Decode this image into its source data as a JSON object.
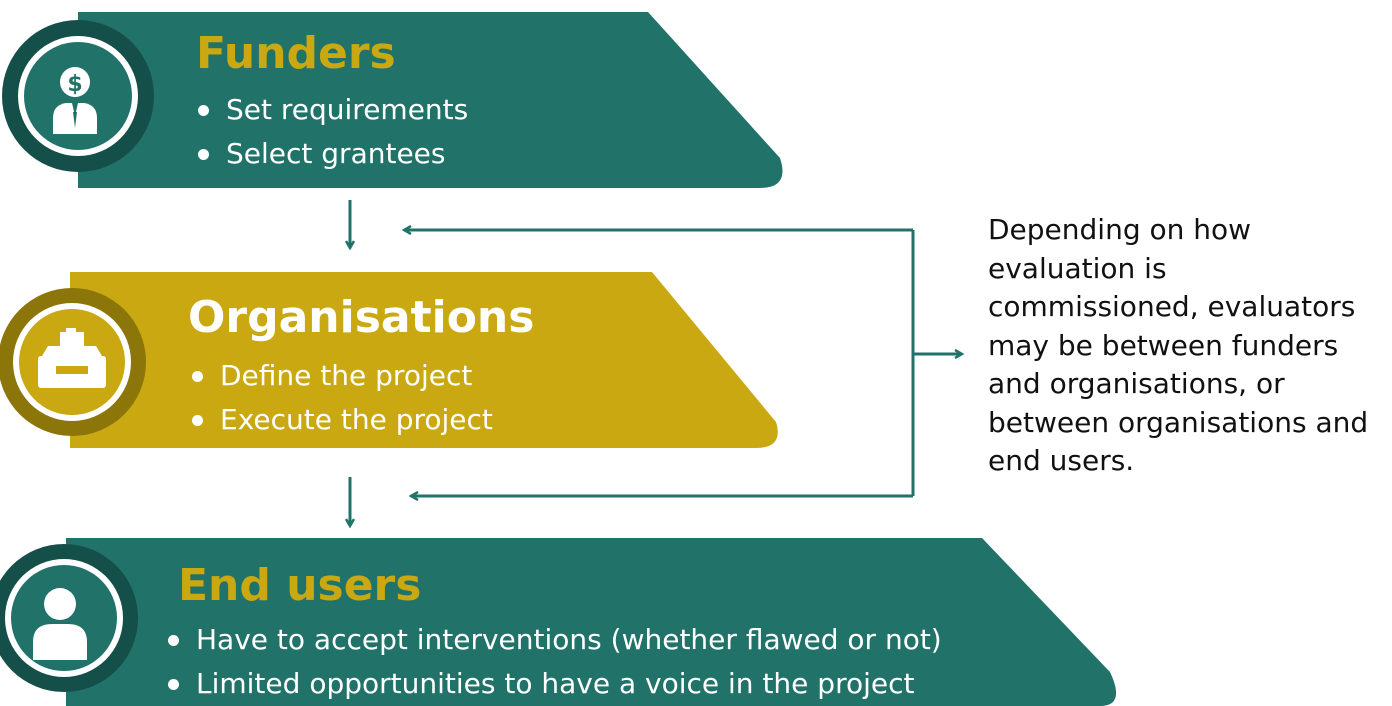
{
  "colors": {
    "teal": "#21736A",
    "teal_dark": "#154F49",
    "gold": "#C9A812",
    "gold_dark": "#8C7509",
    "arrow": "#21736A",
    "text_dark": "#111111",
    "text_light": "#FFFFFF"
  },
  "funders": {
    "title": "Funders",
    "icon": "funder-dollar-icon",
    "items": [
      "Set requirements",
      "Select grantees"
    ]
  },
  "organisations": {
    "title": "Organisations",
    "icon": "donation-box-icon",
    "items": [
      "Define the project",
      "Execute the project"
    ]
  },
  "end_users": {
    "title": "End users",
    "icon": "person-icon",
    "items": [
      "Have to accept interventions (whether flawed or not)",
      "Limited opportunities to have a voice in the project"
    ]
  },
  "note": "Depending on how evaluation is commissioned, evaluators may be between funders and organisations, or between organisations and end users."
}
